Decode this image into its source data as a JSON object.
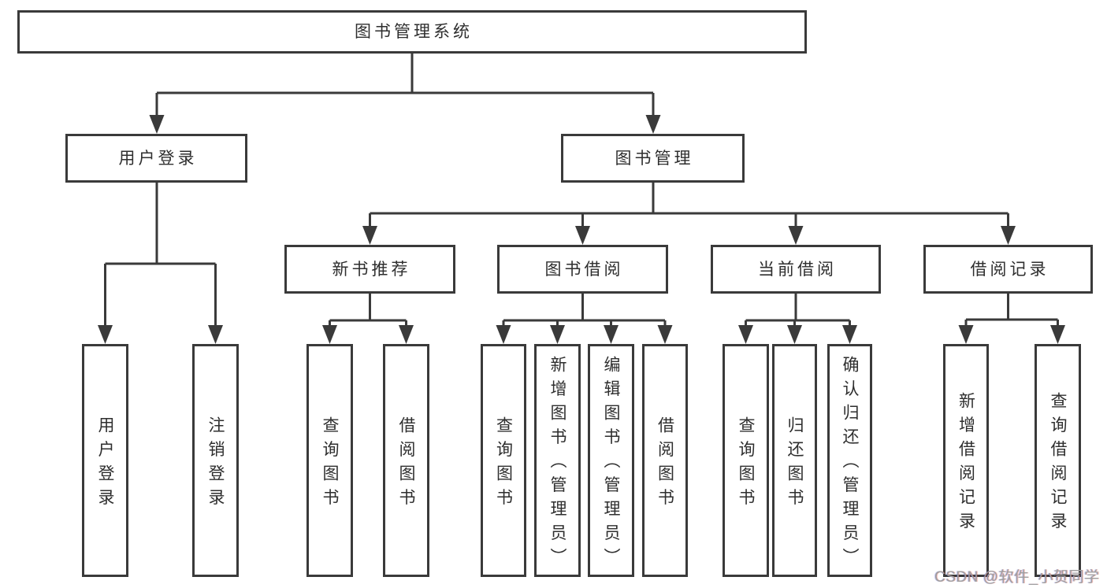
{
  "tree": {
    "label": "图书管理系统",
    "children": [
      {
        "label": "用户登录",
        "children": [
          {
            "label": "用户登录"
          },
          {
            "label": "注销登录"
          }
        ]
      },
      {
        "label": "图书管理",
        "children": [
          {
            "label": "新书推荐",
            "children": [
              {
                "label": "查询图书"
              },
              {
                "label": "借阅图书"
              }
            ]
          },
          {
            "label": "图书借阅",
            "children": [
              {
                "label": "查询图书"
              },
              {
                "label": "新增图书（管理员）"
              },
              {
                "label": "编辑图书（管理员）"
              },
              {
                "label": "借阅图书"
              }
            ]
          },
          {
            "label": "当前借阅",
            "children": [
              {
                "label": "查询图书"
              },
              {
                "label": "归还图书"
              },
              {
                "label": "确认归还（管理员）"
              }
            ]
          },
          {
            "label": "借阅记录",
            "children": [
              {
                "label": "新增借阅记录"
              },
              {
                "label": "查询借阅记录"
              }
            ]
          }
        ]
      }
    ]
  },
  "watermark": {
    "text": "CSDN @软件_小贺同学"
  },
  "colors": {
    "line": "#3a3a3a",
    "text": "#2e2e2e",
    "watermark": "#9f9f9f",
    "background": "#ffffff"
  }
}
